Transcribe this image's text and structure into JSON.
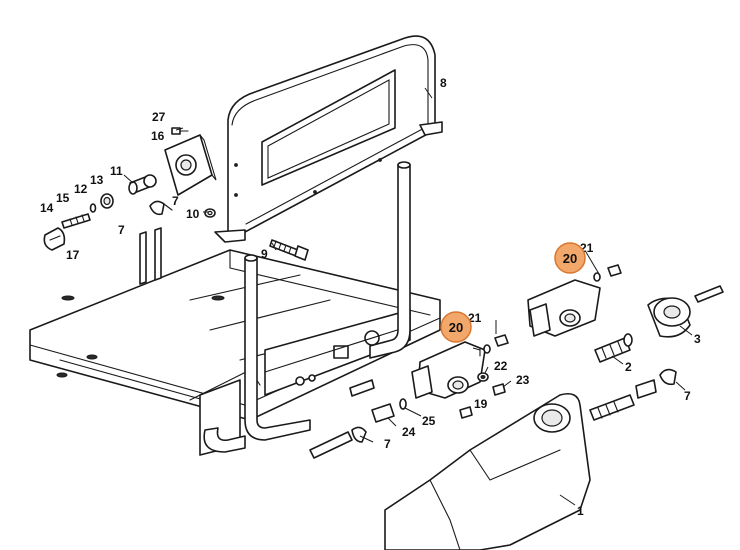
{
  "diagram": {
    "highlight_color": "#f2a86a",
    "highlight_stroke": "#d9762f",
    "callouts": [
      {
        "id": "1",
        "label": "1"
      },
      {
        "id": "2",
        "label": "2"
      },
      {
        "id": "3",
        "label": "3"
      },
      {
        "id": "7a",
        "label": "7"
      },
      {
        "id": "7b",
        "label": "7"
      },
      {
        "id": "7c",
        "label": "7"
      },
      {
        "id": "7d",
        "label": "7"
      },
      {
        "id": "8",
        "label": "8"
      },
      {
        "id": "9",
        "label": "9"
      },
      {
        "id": "10",
        "label": "10"
      },
      {
        "id": "11",
        "label": "11"
      },
      {
        "id": "12",
        "label": "12"
      },
      {
        "id": "13",
        "label": "13"
      },
      {
        "id": "14",
        "label": "14"
      },
      {
        "id": "15",
        "label": "15"
      },
      {
        "id": "16",
        "label": "16"
      },
      {
        "id": "17",
        "label": "17"
      },
      {
        "id": "19",
        "label": "19"
      },
      {
        "id": "21a",
        "label": "21"
      },
      {
        "id": "21b",
        "label": "21"
      },
      {
        "id": "22",
        "label": "22"
      },
      {
        "id": "23",
        "label": "23"
      },
      {
        "id": "24",
        "label": "24"
      },
      {
        "id": "25",
        "label": "25"
      },
      {
        "id": "27",
        "label": "27"
      }
    ],
    "highlighted": [
      {
        "id": "20a",
        "label": "20"
      },
      {
        "id": "20b",
        "label": "20"
      }
    ]
  }
}
